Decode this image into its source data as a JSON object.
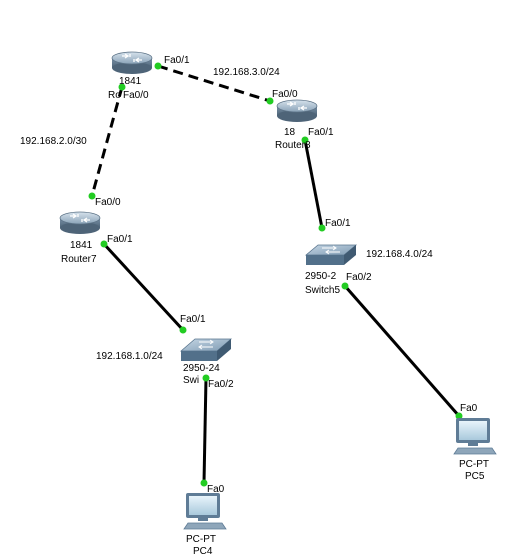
{
  "networks": {
    "n1": "192.168.3.0/24",
    "n2": "192.168.2.0/30",
    "n3": "192.168.4.0/24",
    "n4": "192.168.1.0/24"
  },
  "devices": {
    "router_top": {
      "model": "1841",
      "name": "Ro"
    },
    "router8": {
      "model": "18",
      "name": "Router8"
    },
    "router7": {
      "model": "1841",
      "name": "Router7"
    },
    "switch5": {
      "model": "2950-2",
      "name": "Switch5"
    },
    "switch4": {
      "model": "2950-24",
      "name": "Swi"
    },
    "pc4": {
      "model": "PC-PT",
      "name": "PC4"
    },
    "pc5": {
      "model": "PC-PT",
      "name": "PC5"
    }
  },
  "ports": {
    "top_fa01": "Fa0/1",
    "top_fa00": "Fa0/0",
    "r8_fa00": "Fa0/0",
    "r8_fa01": "Fa0/1",
    "r7_fa00": "Fa0/0",
    "r7_fa01": "Fa0/1",
    "sw4_fa01": "Fa0/1",
    "sw4_fa02": "Fa0/2",
    "sw5_fa01": "Fa0/1",
    "sw5_fa02": "Fa0/2",
    "pc4_fa0": "Fa0",
    "pc5_fa0": "Fa0"
  },
  "colors": {
    "link_up": "#22cc22",
    "cable": "#000000",
    "router_body": "#7e98ae",
    "switch_body": "#6d8ea8"
  }
}
